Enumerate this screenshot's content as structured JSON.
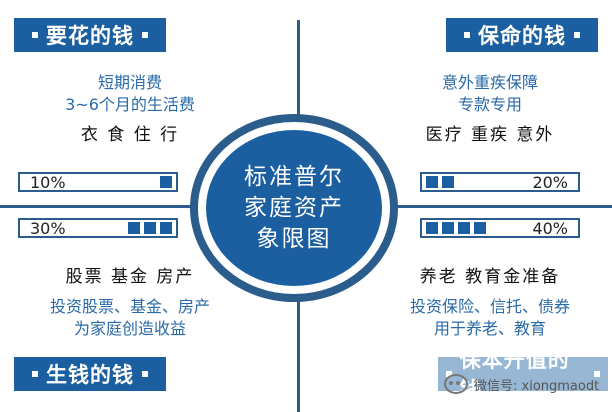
{
  "center": {
    "lines": [
      "标准普尔",
      "家庭资产",
      "象限图"
    ]
  },
  "quadrants": {
    "top_left": {
      "title": "要花的钱",
      "desc": [
        "短期消费",
        "3~6个月的生活费"
      ],
      "items": "衣 食 住 行",
      "percent_label": "10%",
      "percent": 10
    },
    "top_right": {
      "title": "保命的钱",
      "desc": [
        "意外重疾保障",
        "专款专用"
      ],
      "items": "医疗  重疾  意外",
      "percent_label": "20%",
      "percent": 20
    },
    "bottom_left": {
      "title": "生钱的钱",
      "items": "股票  基金  房产",
      "desc": [
        "投资股票、基金、房产",
        "为家庭创造收益"
      ],
      "percent_label": "30%",
      "percent": 30
    },
    "bottom_right": {
      "title": "保本升值的钱",
      "items": "养老  教育金准备",
      "desc": [
        "投资保险、信托、债券",
        "用于养老、教育"
      ],
      "percent_label": "40%",
      "percent": 40
    }
  },
  "watermark": {
    "text": "微信号: xiongmaodt"
  },
  "colors": {
    "accent": "#1c5fa0",
    "line": "#2b5d8c",
    "text_blue": "#2a6aa8"
  }
}
